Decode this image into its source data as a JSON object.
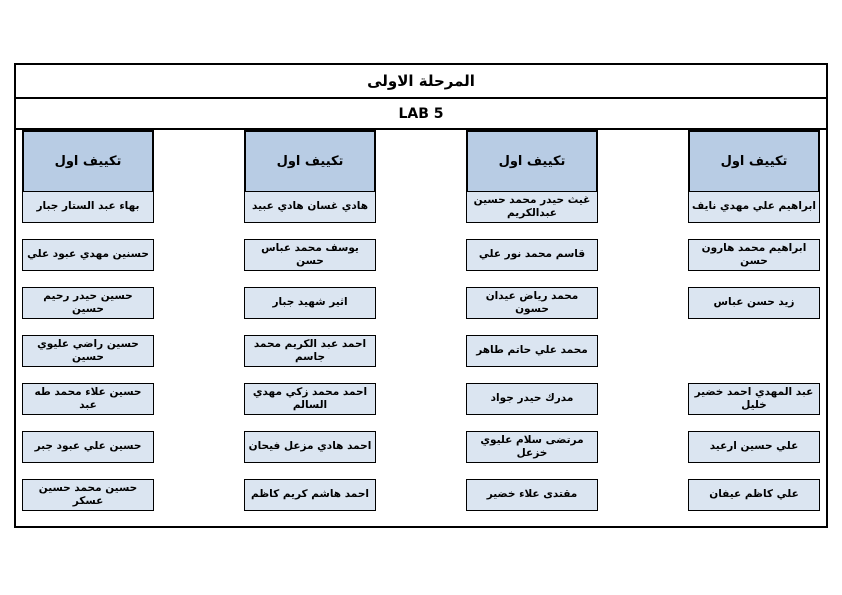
{
  "title": "المرحلة الاولى",
  "lab_label": "LAB 5",
  "colors": {
    "section_header_fill": "#b8cce4",
    "name_box_fill": "#dbe5f1",
    "border": "#000000",
    "page_background": "#ffffff"
  },
  "columns": [
    {
      "header": "تكييف اول",
      "names": [
        "ابراهيم علي مهدي نايف",
        "ابراهيم محمد هارون حسن",
        "زيد حسن عباس",
        "",
        "عبد المهدي احمد خضير خليل",
        "علي حسين ارعيد",
        "علي كاظم عيفان"
      ]
    },
    {
      "header": "تكييف اول",
      "names": [
        "غيث حيدر محمد حسين عبدالكريم",
        "قاسم محمد نور علي",
        "محمد رياض عيدان حسون",
        "محمد علي حاتم طاهر",
        "مدرك حيدر جواد",
        "مرتضى سلام عليوي خزعل",
        "مقتدى علاء خضير"
      ]
    },
    {
      "header": "تكييف اول",
      "names": [
        "هادي غسان هادي عبيد",
        "يوسف محمد عباس حسن",
        "اثير شهيد جبار",
        "احمد عبد الكريم محمد جاسم",
        "احمد محمد زكي مهدي السالم",
        "احمد هادي مزعل فيحان",
        "احمد هاشم كريم كاظم"
      ]
    },
    {
      "header": "تكييف اول",
      "names": [
        "بهاء عبد الستار جبار",
        "حسنين مهدي عبود علي",
        "حسين حيدر رحيم حسين",
        "حسين راضي عليوي حسين",
        "حسين علاء محمد طه عبد",
        "حسين علي عبود جبر",
        "حسين محمد حسين عسكر"
      ]
    }
  ]
}
